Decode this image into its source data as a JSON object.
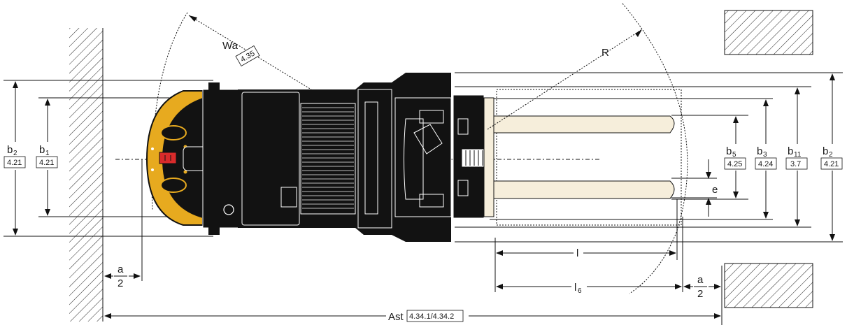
{
  "dimensions": {
    "wa": {
      "label": "Wa",
      "ref": "4.35"
    },
    "r": {
      "label": "R"
    },
    "b2_left": {
      "label": "b",
      "sub": "2",
      "ref": "4.21"
    },
    "b1": {
      "label": "b",
      "sub": "1",
      "ref": "4.21"
    },
    "b5": {
      "label": "b",
      "sub": "5",
      "ref": "4.25"
    },
    "b3": {
      "label": "b",
      "sub": "3",
      "ref": "4.24"
    },
    "b11": {
      "label": "b",
      "sub": "11",
      "ref": "3.7"
    },
    "b2_right": {
      "label": "b",
      "sub": "2",
      "ref": "4.21"
    },
    "e": {
      "label": "e"
    },
    "l": {
      "label": "l"
    },
    "l6": {
      "label": "l",
      "sub": "6"
    },
    "a_left": {
      "num": "a",
      "den": "2"
    },
    "a_right": {
      "num": "a",
      "den": "2"
    },
    "ast": {
      "label": "Ast",
      "ref": "4.34.1/4.34.2"
    }
  },
  "colors": {
    "body": "#121212",
    "operator_guard": "#e7aa1f",
    "emergency_stop": "#d92b2b",
    "forks": "#f6eedb"
  }
}
